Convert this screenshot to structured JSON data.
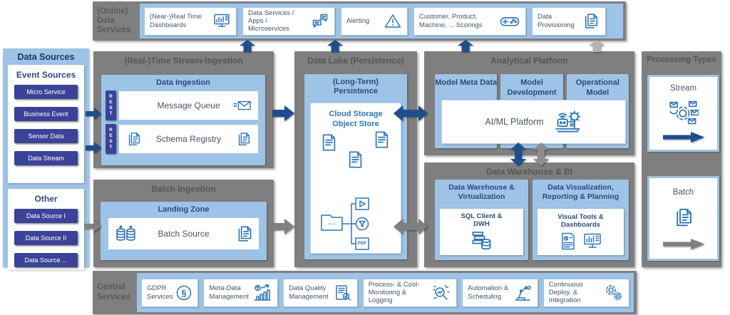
{
  "colors": {
    "container_gray": "#7f7f7f",
    "light_blue": "#9dc3e6",
    "indigo_button": "#3a4397",
    "icon_blue": "#2e75b6",
    "navy_text": "#44546a",
    "arrow_blue": "#1e4e8c",
    "arrow_gray": "#7f7f7f",
    "arrow_light_gray": "#b3b3b3"
  },
  "online_services": {
    "label": "(Online) Data Services",
    "items": [
      {
        "label": "(Near-)Real Time Dashboards",
        "icon": "monitor-chart-icon"
      },
      {
        "label": "Data Services / Apps / Microservices",
        "icon": "chat-bubbles-icon"
      },
      {
        "label": "Alerting",
        "icon": "warning-triangle-icon"
      },
      {
        "label": "Customer, Product, Machine, ... Scorings",
        "icon": "gamepad-icon"
      },
      {
        "label": "Data Provisioning",
        "icon": "documents-icon"
      }
    ]
  },
  "data_sources": {
    "title": "Data Sources",
    "groups": [
      {
        "title": "Event Sources",
        "items": [
          "Micro Service",
          "Business Event",
          "Sensor Data",
          "Data Stream"
        ]
      },
      {
        "title": "Other",
        "items": [
          "Data Source I",
          "Data Source II",
          "Data Source ..."
        ]
      }
    ]
  },
  "stream_ingestion": {
    "title": "(Real-)Time Stream-Ingestion",
    "box_title": "Data Ingestion",
    "rows": [
      {
        "tab": "REST",
        "label": "Message Queue",
        "icon": "envelope-wave-icon"
      },
      {
        "tab": "REST",
        "label": "Schema Registry",
        "icon_left": "documents-icon",
        "icon": "documents-icon"
      }
    ]
  },
  "batch_ingestion": {
    "title": "Batch Ingestion",
    "box_title": "Landing Zone",
    "row": {
      "label": "Batch Source",
      "icon_left": "databases-icon",
      "icon": "documents-icon"
    }
  },
  "data_lake": {
    "title": "Data Lake (Persistence)",
    "box_title": "(Long-Term) Persistence",
    "store_label": "Cloud Storage Object Store",
    "doc_icons": [
      "document-icon",
      "document-icon",
      "document-icon"
    ],
    "folder_tree_icon": "folder-tree-icon",
    "folder_label": "...",
    "pdf_label": "PDF"
  },
  "analytical_platform": {
    "title": "Analytical Platform",
    "columns": [
      "Model Meta Data",
      "Model Development",
      "Operational Model"
    ],
    "platform_label": "AI/ML Platform",
    "platform_icon": "robot-gear-icon"
  },
  "data_warehouse_bi": {
    "title": "Data Warehouse & BI",
    "left": {
      "title": "Data Warehouse & Virtualization",
      "inner_label": "SQL Client & DWH",
      "icon": "db-stack-icon"
    },
    "right": {
      "title": "Data Visualization, Reporting & Planning",
      "inner_label": "Visual Tools & Dashboards",
      "icons": [
        "report-icon",
        "dashboard-monitor-icon"
      ]
    }
  },
  "processing_types": {
    "title": "Processing Types",
    "items": [
      {
        "label": "Stream",
        "icon": "stream-gear-icon",
        "arrow": "blue"
      },
      {
        "label": "Batch",
        "icon": "documents-icon",
        "arrow": "gray"
      }
    ]
  },
  "central_services": {
    "label": "Central Services",
    "items": [
      {
        "label": "GDPR Services",
        "icon": "section-sign-icon"
      },
      {
        "label": "Meta-Data Management",
        "icon": "chart-growth-icon"
      },
      {
        "label": "Data Quality Management",
        "icon": "checklist-icon"
      },
      {
        "label": "Process- & Cost-Monitoring & Logging",
        "icon": "monitor-search-icon"
      },
      {
        "label": "Automation & Scheduling",
        "icon": "robot-arm-icon"
      },
      {
        "label": "Continuous Deploy. & Integration",
        "icon": "gears-icon"
      }
    ]
  }
}
